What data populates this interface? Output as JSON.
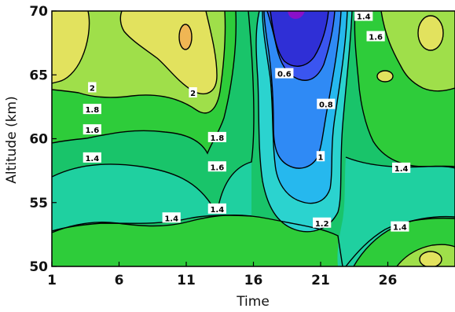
{
  "chart_data": {
    "type": "contour",
    "title": "",
    "xlabel": "Time",
    "ylabel": "Altitude (km)",
    "xlim": [
      1,
      31
    ],
    "ylim": [
      50,
      70
    ],
    "x_ticks": [
      1,
      6,
      11,
      16,
      21,
      26
    ],
    "y_ticks": [
      50,
      55,
      60,
      65,
      70
    ],
    "grid": false,
    "levels": [
      0.2,
      0.4,
      0.6,
      0.8,
      1.0,
      1.2,
      1.4,
      1.6,
      1.8,
      2.0,
      2.2
    ],
    "color_scale": [
      {
        "level": 0.2,
        "color": "#8a10c8"
      },
      {
        "level": 0.4,
        "color": "#2f2fd6"
      },
      {
        "level": 0.6,
        "color": "#3a55f0"
      },
      {
        "level": 0.8,
        "color": "#2f8af5"
      },
      {
        "level": 1.0,
        "color": "#26b8ee"
      },
      {
        "level": 1.2,
        "color": "#2bd3cf"
      },
      {
        "level": 1.4,
        "color": "#1fd0a0"
      },
      {
        "level": 1.6,
        "color": "#19c46a"
      },
      {
        "level": 1.8,
        "color": "#2ecc3a"
      },
      {
        "level": 2.0,
        "color": "#9fdf4a"
      },
      {
        "level": 2.2,
        "color": "#e2e25e"
      },
      {
        "level": 2.4,
        "color": "#f0b654"
      }
    ],
    "contour_labels": [
      {
        "text": "2",
        "x": 4.0,
        "y": 64.0
      },
      {
        "text": "1.8",
        "x": 4.0,
        "y": 62.3
      },
      {
        "text": "1.6",
        "x": 4.0,
        "y": 60.7
      },
      {
        "text": "1.4",
        "x": 4.0,
        "y": 58.5
      },
      {
        "text": "2",
        "x": 11.5,
        "y": 63.6
      },
      {
        "text": "1.8",
        "x": 13.3,
        "y": 60.1
      },
      {
        "text": "1.6",
        "x": 13.3,
        "y": 57.8
      },
      {
        "text": "1.4",
        "x": 13.3,
        "y": 54.5
      },
      {
        "text": "1.4",
        "x": 9.9,
        "y": 53.8
      },
      {
        "text": "0.6",
        "x": 18.3,
        "y": 65.1
      },
      {
        "text": "0.8",
        "x": 21.4,
        "y": 62.7
      },
      {
        "text": "1",
        "x": 21.0,
        "y": 58.6
      },
      {
        "text": "1.2",
        "x": 21.1,
        "y": 53.4
      },
      {
        "text": "1.4",
        "x": 24.2,
        "y": 69.6
      },
      {
        "text": "1.6",
        "x": 25.1,
        "y": 68.0
      },
      {
        "text": "1.4",
        "x": 27.0,
        "y": 57.7
      },
      {
        "text": "1.4",
        "x": 26.9,
        "y": 53.1
      }
    ]
  }
}
